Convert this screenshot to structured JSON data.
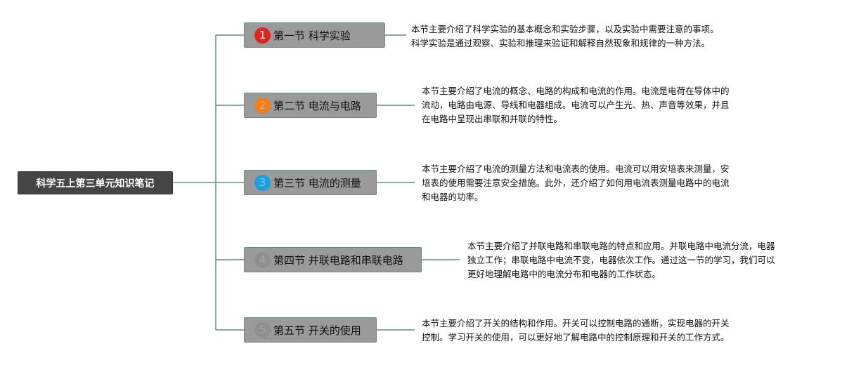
{
  "root": {
    "title": "科学五上第三单元知识笔记"
  },
  "colors": {
    "connector": "#5d8f82",
    "root_bg": "#454545",
    "topic_bg": "#9a9a9a"
  },
  "topics": [
    {
      "number": "1",
      "number_color": "#e2231a",
      "number_text_color": "#ffffff",
      "title": "第一节 科学实验",
      "description_lines": [
        "本节主要介绍了科学实验的基本概念和实验步骤，以及实验中需要注意的事项。",
        "科学实验是通过观察、实验和推理来验证和解释自然现象和规律的一种方法。"
      ]
    },
    {
      "number": "2",
      "number_color": "#f07c1a",
      "number_text_color": "#f6a86a",
      "title": "第二节 电流与电路",
      "description_lines": [
        "本节主要介绍了电流的概念、电路的构成和电流的作用。电流是电荷在导体中的",
        "流动，电路由电源、导线和电器组成。电流可以产生光、热、声音等效果，并且",
        "在电路中呈现出串联和并联的特性。"
      ]
    },
    {
      "number": "3",
      "number_color": "#1e9fe0",
      "number_text_color": "#7cc8f0",
      "title": "第三节 电流的测量",
      "description_lines": [
        "本节主要介绍了电流的测量方法和电流表的使用。电流可以用安培表来测量，安",
        "培表的使用需要注意安全措施。此外，还介绍了如何用电流表测量电路中的电流",
        "和电器的功率。"
      ]
    },
    {
      "number": "4",
      "number_color": "#8e8e8e",
      "number_text_color": "#a6a6a6",
      "title": "第四节 并联电路和串联电路",
      "description_lines": [
        "本节主要介绍了并联电路和串联电路的特点和应用。并联电路中电流分流，电器",
        "独立工作；串联电路中电流不变，电器依次工作。通过这一节的学习，我们可以",
        "更好地理解电路中的电流分布和电器的工作状态。"
      ]
    },
    {
      "number": "5",
      "number_color": "#8e8e8e",
      "number_text_color": "#a6a6a6",
      "title": "第五节 开关的使用",
      "description_lines": [
        "本节主要介绍了开关的结构和作用。开关可以控制电路的通断，实现电器的开关",
        "控制。学习开关的使用，可以更好地了解电路中的控制原理和开关的工作方式。"
      ]
    }
  ]
}
